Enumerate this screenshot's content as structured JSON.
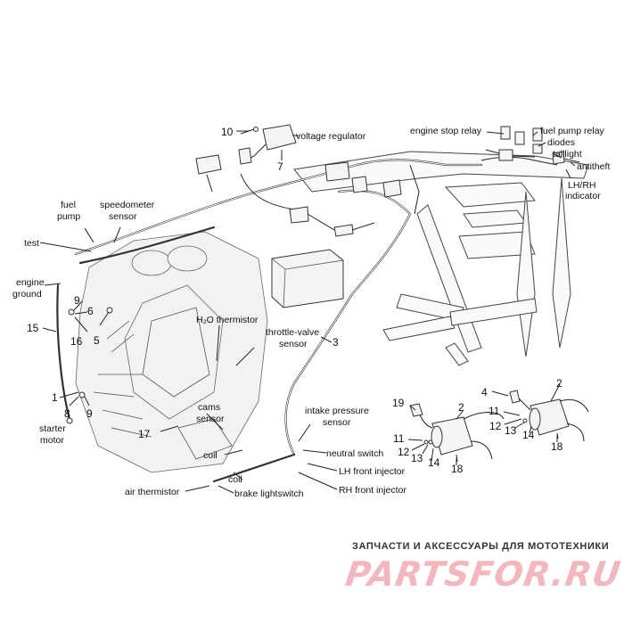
{
  "labels": {
    "voltage_regulator": "voltage regulator",
    "engine_stop_relay": "engine stop relay",
    "fuel_pump_relay": "fuel pump relay",
    "diodes": "diodes",
    "taillight": "taillight",
    "antitheft": "antitheft",
    "lh_rh_indicator_1": "LH/RH",
    "lh_rh_indicator_2": "indicator",
    "fuel_pump_1": "fuel",
    "fuel_pump_2": "pump",
    "speedometer_sensor_1": "speedometer",
    "speedometer_sensor_2": "sensor",
    "test": "test",
    "engine_ground_1": "engine",
    "engine_ground_2": "ground",
    "h2o_thermistor": "H₂O thermistor",
    "throttle_valve_sensor_1": "throttle-valve",
    "throttle_valve_sensor_2": "sensor",
    "starter_motor_1": "starter",
    "starter_motor_2": "motor",
    "cams_sensor_1": "cams",
    "cams_sensor_2": "sensor",
    "intake_pressure_sensor_1": "intake pressure",
    "intake_pressure_sensor_2": "sensor",
    "coil_1": "coil",
    "coil_2": "coil",
    "neutral_switch": "neutral switch",
    "lh_front_injector": "LH front injector",
    "rh_front_injector": "RH front injector",
    "air_thermistor": "air thermistor",
    "brake_lightswitch": "brake lightswitch"
  },
  "callouts": {
    "n10": "10",
    "n7": "7",
    "n9a": "9",
    "n6": "6",
    "n16": "16",
    "n5": "5",
    "n15": "15",
    "n3": "3",
    "n1": "1",
    "n8": "8",
    "n9b": "9",
    "n17": "17",
    "n19": "19",
    "n2a": "2",
    "n11a": "11",
    "n12a": "12",
    "n13a": "13",
    "n14a": "14",
    "n18a": "18",
    "n4": "4",
    "n2b": "2",
    "n11b": "11",
    "n12b": "12",
    "n13b": "13",
    "n14b": "14",
    "n18b": "18"
  },
  "footer": {
    "tagline": "ЗАПЧАСТИ И АКСЕССУАРЫ ДЛЯ МОТОТЕХНИКИ",
    "logo": "PARTSFOR.RU"
  },
  "colors": {
    "logo": "#f2b8bd",
    "lines": "#222222"
  }
}
